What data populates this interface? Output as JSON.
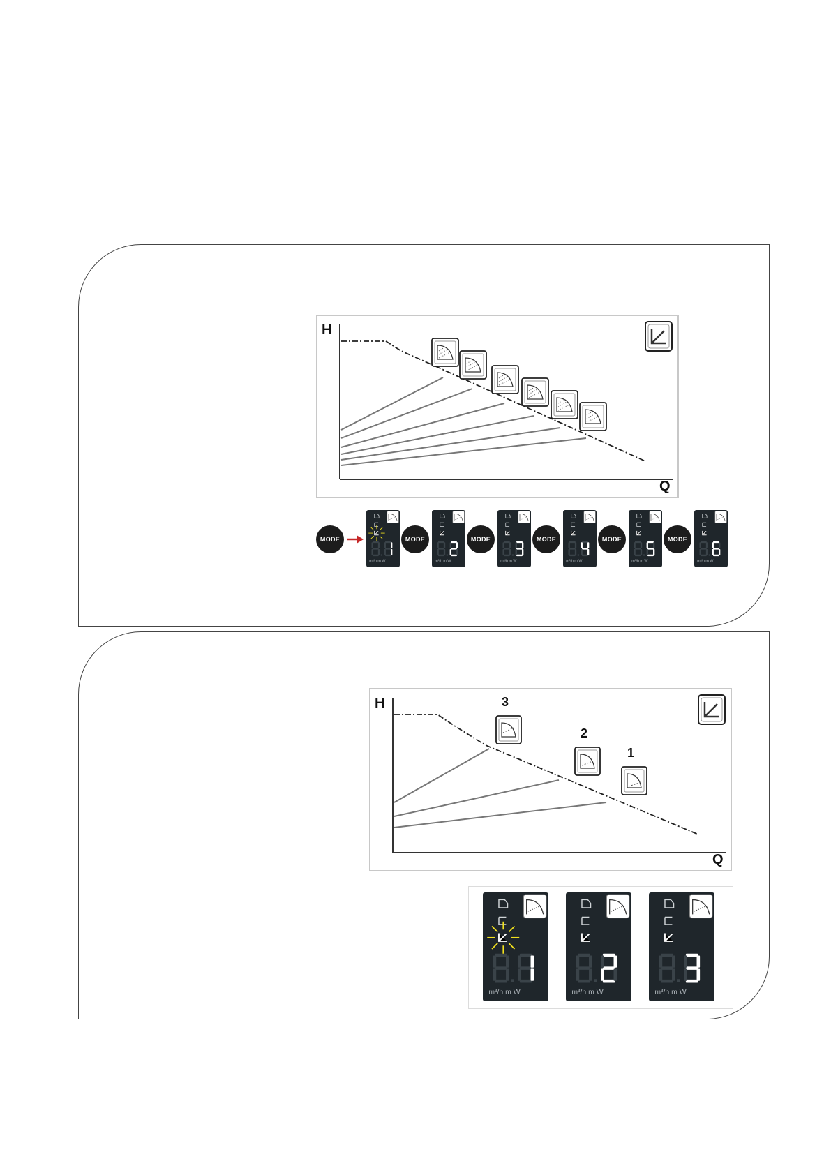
{
  "top_panel": {
    "chart": {
      "y_axis": "H",
      "x_axis": "Q",
      "curve_count": 6,
      "mode_icon": "proportional-pressure-icon"
    },
    "mode_button": "MODE",
    "displays": [
      {
        "digit": "1",
        "blinking": true
      },
      {
        "digit": "2",
        "blinking": false
      },
      {
        "digit": "3",
        "blinking": false
      },
      {
        "digit": "4",
        "blinking": false
      },
      {
        "digit": "5",
        "blinking": false
      },
      {
        "digit": "6",
        "blinking": false
      }
    ],
    "units_label": "m³/h m W"
  },
  "bottom_panel": {
    "chart": {
      "y_axis": "H",
      "x_axis": "Q",
      "curve_labels": [
        "3",
        "2",
        "1"
      ],
      "mode_icon": "proportional-pressure-icon"
    },
    "displays": [
      {
        "digit": "1",
        "blinking": true
      },
      {
        "digit": "2",
        "blinking": false
      },
      {
        "digit": "3",
        "blinking": false
      }
    ],
    "units_label": "m³/h m W"
  },
  "colors": {
    "display_bg": "#1f262b",
    "blink": "#f2e11e",
    "arrow": "#c62828",
    "button": "#1c1c1c"
  }
}
